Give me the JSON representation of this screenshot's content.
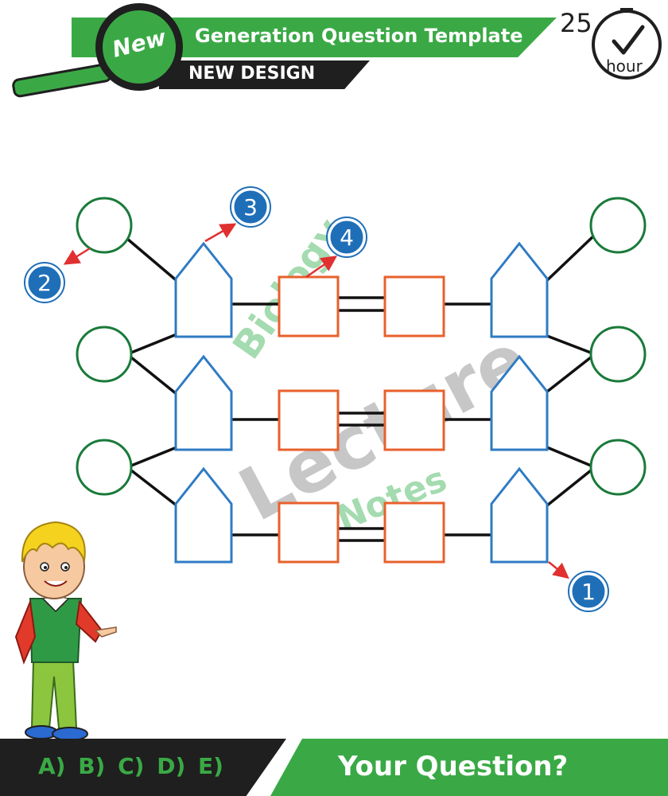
{
  "header": {
    "title": "Generation Question Template",
    "subtitle": "NEW DESIGN",
    "badge": "New"
  },
  "timer": {
    "value": "25.",
    "unit": "hour"
  },
  "diagram": {
    "callouts": [
      {
        "label": "1"
      },
      {
        "label": "2"
      },
      {
        "label": "3"
      },
      {
        "label": "4"
      }
    ]
  },
  "watermark": {
    "words": [
      "Biology",
      "Lecture",
      "Notes"
    ]
  },
  "footer": {
    "options": "A) B) C) D) E)",
    "question": "Your Question?"
  },
  "colors": {
    "brand_green": "#3aa945",
    "dark": "#1f1f1f",
    "circle_stroke": "#1a7a3a",
    "pentagon_stroke": "#2f7bc4",
    "square_stroke": "#e8602c",
    "callout_fill": "#1f6fb8",
    "arrow_red": "#e03030"
  }
}
